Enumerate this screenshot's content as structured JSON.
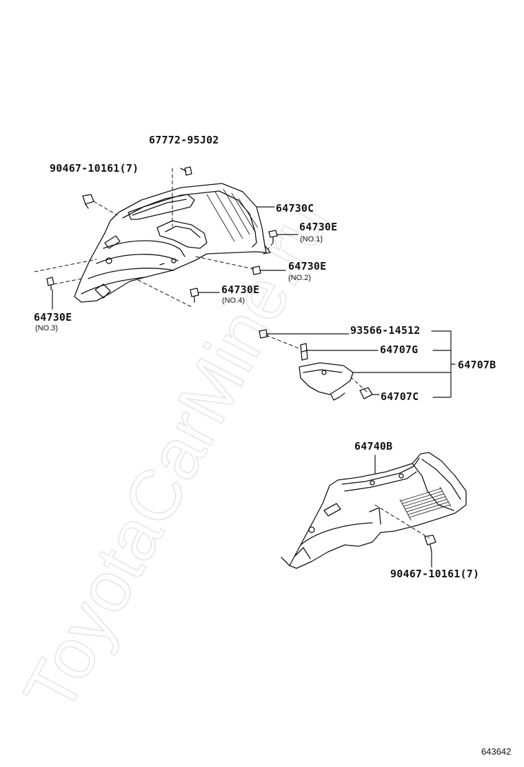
{
  "watermark": "ToyotaCarMine.ru",
  "diagram_id": "643642",
  "labels": {
    "p67772": "67772-95J02",
    "p90467_top": "90467-10161(7)",
    "p64730C": "64730C",
    "p64730E_no1": "64730E",
    "no1": "(NO.1)",
    "p64730E_no2": "64730E",
    "no2": "(NO.2)",
    "p64730E_no4": "64730E",
    "no4": "(NO.4)",
    "p64730E_no3": "64730E",
    "no3": "(NO.3)",
    "p93566": "93566-14512",
    "p64707G": "64707G",
    "p64707B": "64707B",
    "p64707C": "64707C",
    "p64740B": "64740B",
    "p90467_bottom": "90467-10161(7)"
  }
}
